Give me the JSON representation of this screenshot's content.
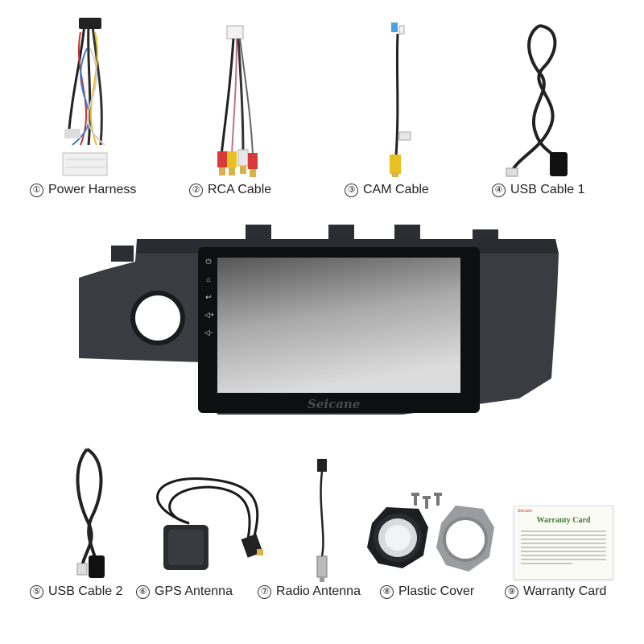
{
  "items": [
    {
      "num": "①",
      "label": "Power Harness"
    },
    {
      "num": "②",
      "label": "RCA Cable"
    },
    {
      "num": "③",
      "label": "CAM Cable"
    },
    {
      "num": "④",
      "label": "USB Cable 1"
    },
    {
      "num": "⑤",
      "label": "USB Cable 2"
    },
    {
      "num": "⑥",
      "label": "GPS Antenna"
    },
    {
      "num": "⑦",
      "label": "Radio Antenna"
    },
    {
      "num": "⑧",
      "label": "Plastic  Cover"
    },
    {
      "num": "⑨",
      "label": "Warranty Card"
    }
  ],
  "head_unit": {
    "brand": "Seicane",
    "side_icons": [
      "power-icon",
      "home-icon",
      "back-icon",
      "volume-up-icon",
      "volume-down-icon"
    ]
  },
  "warranty_card": {
    "brand_tag": "Seicane",
    "title": "Warranty Card"
  }
}
